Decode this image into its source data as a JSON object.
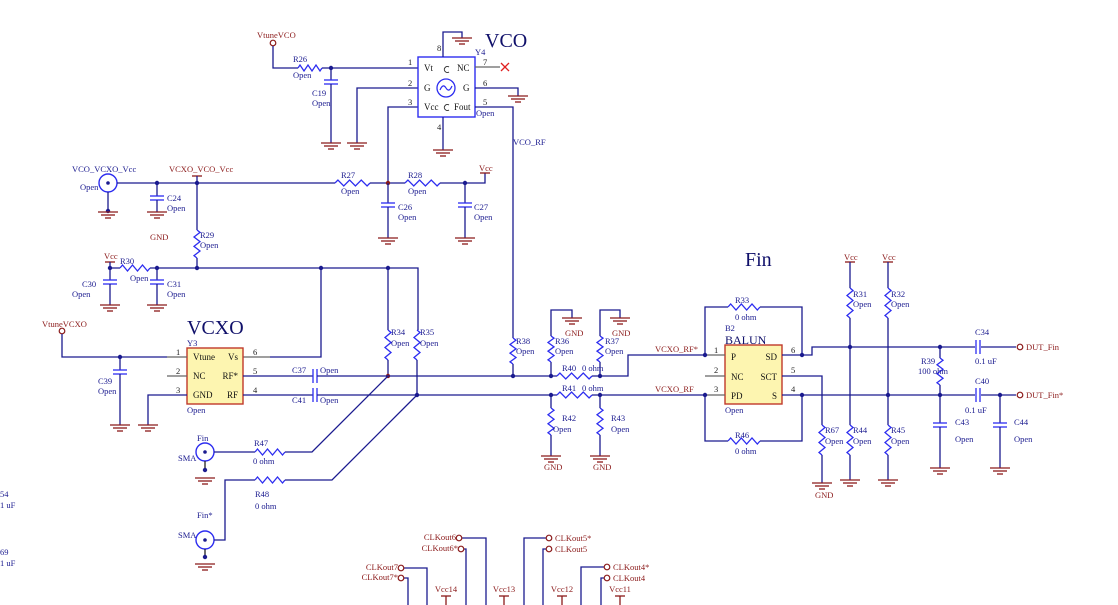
{
  "titles": {
    "vco": "VCO",
    "vcxo": "VCXO",
    "fin": "Fin"
  },
  "nets": {
    "vtune_vco": "VtuneVCO",
    "vco_vcxo_vcc": "VCO_VCXO_Vcc",
    "vcxo_vco_vcc": "VCXO_VCO_Vcc",
    "vcc": "Vcc",
    "gnd": "GND",
    "vtune_vcxo": "VtuneVCXO",
    "vco_rf": "VCO_RF",
    "vcxo_rf_n": "VCXO_RF*",
    "vcxo_rf": "VCXO_RF",
    "dut_fin": "DUT_Fin",
    "dut_fin_n": "DUT_Fin*",
    "clkouts": [
      "CLKout6",
      "CLKout6*",
      "CLKout7",
      "CLKout7*",
      "CLKout5*",
      "CLKout5",
      "CLKout4*",
      "CLKout4"
    ],
    "vcc_rails": [
      "Vcc14",
      "Vcc13",
      "Vcc12",
      "Vcc11"
    ]
  },
  "connectors": {
    "vco_vcxo_vcc": {
      "value": "Open"
    },
    "fin": {
      "label": "Fin",
      "type": "SMA"
    },
    "fin_n": {
      "label": "Fin*",
      "type": "SMA"
    }
  },
  "components": {
    "R26": {
      "ref": "R26",
      "value": "Open"
    },
    "R27": {
      "ref": "R27",
      "value": "Open"
    },
    "R28": {
      "ref": "R28",
      "value": "Open"
    },
    "R29": {
      "ref": "R29",
      "value": "Open"
    },
    "R30": {
      "ref": "R30",
      "value": "Open"
    },
    "R31": {
      "ref": "R31",
      "value": "Open"
    },
    "R32": {
      "ref": "R32",
      "value": "Open"
    },
    "R33": {
      "ref": "R33",
      "value": "0 ohm"
    },
    "R34": {
      "ref": "R34",
      "value": "Open"
    },
    "R35": {
      "ref": "R35",
      "value": "Open"
    },
    "R36": {
      "ref": "R36",
      "value": "Open"
    },
    "R37": {
      "ref": "R37",
      "value": "Open"
    },
    "R38": {
      "ref": "R38",
      "value": "Open"
    },
    "R39": {
      "ref": "R39",
      "value": "100 ohm"
    },
    "R40": {
      "ref": "R40",
      "value": "0 ohm"
    },
    "R41": {
      "ref": "R41",
      "value": "0 ohm"
    },
    "R42": {
      "ref": "R42",
      "value": "Open"
    },
    "R43": {
      "ref": "R43",
      "value": "Open"
    },
    "R44": {
      "ref": "R44",
      "value": "Open"
    },
    "R45": {
      "ref": "R45",
      "value": "Open"
    },
    "R46": {
      "ref": "R46",
      "value": "0 ohm"
    },
    "R47": {
      "ref": "R47",
      "value": "0 ohm"
    },
    "R48": {
      "ref": "R48",
      "value": "0 ohm"
    },
    "R67": {
      "ref": "R67",
      "value": "Open"
    },
    "C19": {
      "ref": "C19",
      "value": "Open"
    },
    "C24": {
      "ref": "C24",
      "value": "Open"
    },
    "C26": {
      "ref": "C26",
      "value": "Open"
    },
    "C27": {
      "ref": "C27",
      "value": "Open"
    },
    "C30": {
      "ref": "C30",
      "value": "Open"
    },
    "C31": {
      "ref": "C31",
      "value": "Open"
    },
    "C34": {
      "ref": "C34",
      "value": "0.1 uF"
    },
    "C37": {
      "ref": "C37",
      "value": "Open"
    },
    "C39": {
      "ref": "C39",
      "value": "Open"
    },
    "C40": {
      "ref": "C40",
      "value": "0.1 uF"
    },
    "C41": {
      "ref": "C41",
      "value": "Open"
    },
    "C43": {
      "ref": "C43",
      "value": "Open"
    },
    "C44": {
      "ref": "C44",
      "value": "Open"
    }
  },
  "ics": {
    "Y4": {
      "ref": "Y4",
      "value": "Open",
      "pins": {
        "p1": "1",
        "p2": "2",
        "p3": "3",
        "p4": "4",
        "p5": "5",
        "p6": "6",
        "p7": "7",
        "p8": "8"
      },
      "names": {
        "vt": "Vt",
        "g_left": "G",
        "vcc": "Vcc",
        "nc": "NC",
        "g_right": "G",
        "fout": "Fout"
      }
    },
    "Y3": {
      "ref": "Y3",
      "value": "Open",
      "pins": {
        "p1": "1",
        "p2": "2",
        "p3": "3",
        "p4": "4",
        "p5": "5",
        "p6": "6"
      },
      "names": {
        "vtune": "Vtune",
        "nc": "NC",
        "gnd": "GND",
        "vs": "Vs",
        "rf_n": "RF*",
        "rf": "RF"
      }
    },
    "B2": {
      "ref": "B2",
      "name": "BALUN",
      "value": "Open",
      "pins": {
        "p1": "1",
        "p2": "2",
        "p3": "3",
        "p4": "4",
        "p5": "5",
        "p6": "6"
      },
      "names": {
        "p": "P",
        "nc": "NC",
        "pd": "PD",
        "sd": "SD",
        "sct": "SCT",
        "s": "S"
      }
    }
  },
  "partial_left": [
    {
      "ref": "54",
      "value": "1 uF"
    },
    {
      "ref": "69",
      "value": "1 uF"
    }
  ],
  "colors": {
    "wire": "#1b1b8f",
    "component": "#2d2df0",
    "power": "#8b1a1a",
    "ic_fill": "#fdf5b0",
    "stub": "#666666"
  }
}
